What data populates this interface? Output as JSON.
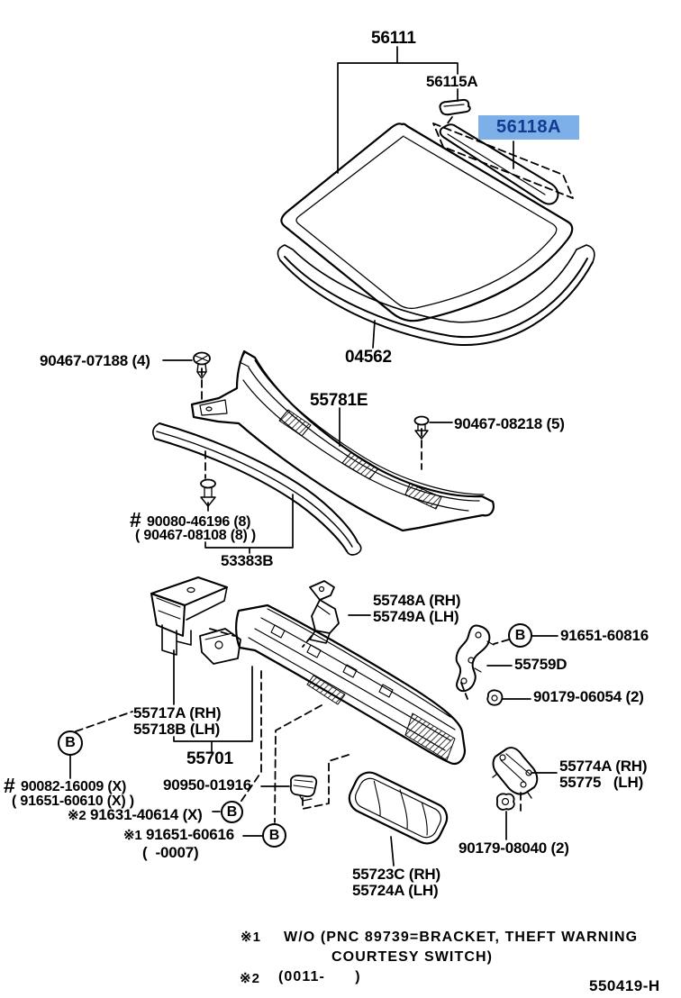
{
  "meta": {
    "highlight_color": "#7dafe9",
    "highlight_text_color": "#123a91",
    "line_color": "#000000",
    "page_code": "550419-H"
  },
  "labels": {
    "b_circle": "B",
    "p56111": "56111",
    "p56115A": "56115A",
    "p56118A": "56118A",
    "p04562": "04562",
    "p90467_07188": "90467-07188 (4)",
    "p55781E": "55781E",
    "p90467_08218": "90467-08218 (5)",
    "hash": "#",
    "p90080_46196": "90080-46196 (8)",
    "p90467_08108": "( 90467-08108 (8) )",
    "p53383B": "53383B",
    "p55748A": "55748A (RH)",
    "p55749A": "55749A (LH)",
    "p91651_60816": "91651-60816",
    "p55759D": "55759D",
    "p90179_06054": "90179-06054 (2)",
    "p55717A": "55717A (RH)",
    "p55718B": "55718B (LH)",
    "p55701": "55701",
    "p90950_01916": "90950-01916",
    "hash2": "#",
    "p90082_16009": "90082-16009 (X)",
    "p91651_60610": "( 91651-60610 (X) )",
    "ref2": "※2",
    "p91631_40614": "91631-40614 (X)",
    "ref1": "※1",
    "p91651_60616": "91651-60616",
    "date_range": "(  -0007)",
    "p55774A": "55774A (RH)",
    "p55775": "55775   (LH)",
    "p90179_08040": "90179-08040 (2)",
    "p55723C": "55723C (RH)",
    "p55724A": "55724A (LH)"
  },
  "notes": {
    "n1_ref": "※1",
    "n1_line1": "W/O (PNC 89739=BRACKET, THEFT WARNING",
    "n1_line2": "COURTESY SWITCH)",
    "n2_ref": "※2",
    "n2_text": "(0011-      )",
    "page_code": "550419-H"
  }
}
